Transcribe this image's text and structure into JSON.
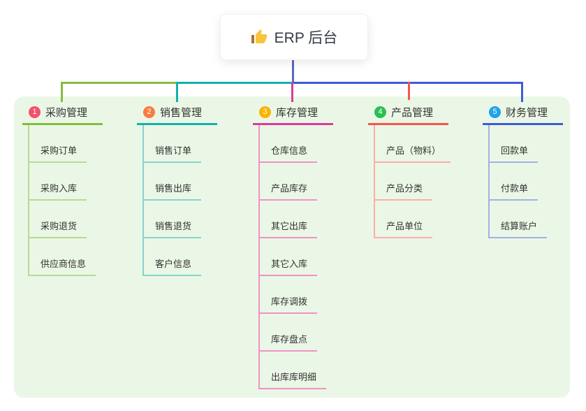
{
  "root": {
    "label": "ERP 后台",
    "icon": "thumbs-up-icon"
  },
  "canvas": {
    "background": "#ffffff",
    "panel_background": "#ebf7e6",
    "root_connector_color": "#5b68c0",
    "text_color": "#333333"
  },
  "branches": [
    {
      "index": "1",
      "label": "采购管理",
      "badge_color": "#f4516c",
      "line_color": "#85bd3e",
      "child_line_color": "#b7db90",
      "children": [
        "采购订单",
        "采购入库",
        "采购退货",
        "供应商信息"
      ]
    },
    {
      "index": "2",
      "label": "销售管理",
      "badge_color": "#f97b41",
      "line_color": "#12b2aa",
      "child_line_color": "#84d4cd",
      "children": [
        "销售订单",
        "销售出库",
        "销售退货",
        "客户信息"
      ]
    },
    {
      "index": "3",
      "label": "库存管理",
      "badge_color": "#feb101",
      "line_color": "#dd3a9e",
      "child_line_color": "#ef93c5",
      "children": [
        "仓库信息",
        "产品库存",
        "其它出库",
        "其它入库",
        "库存调拨",
        "库存盘点",
        "出库库明细"
      ]
    },
    {
      "index": "4",
      "label": "产品管理",
      "badge_color": "#2bbf53",
      "line_color": "#f6554f",
      "child_line_color": "#fbadaa",
      "children": [
        "产品（物料）",
        "产品分类",
        "产品单位"
      ]
    },
    {
      "index": "5",
      "label": "财务管理",
      "badge_color": "#20a2ea",
      "line_color": "#3d5cd7",
      "child_line_color": "#a0b2e8",
      "children": [
        "回款单",
        "付款单",
        "结算账户"
      ]
    }
  ]
}
